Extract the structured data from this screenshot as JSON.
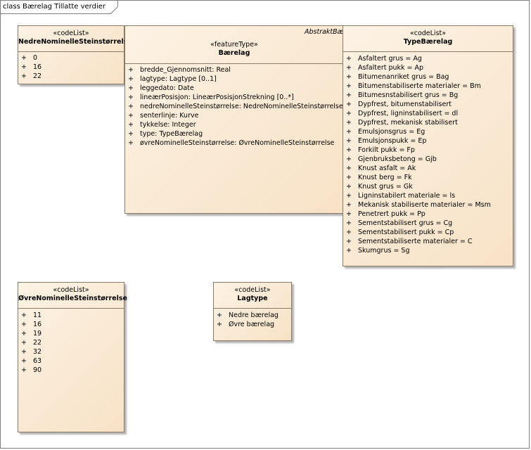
{
  "diagram": {
    "title": "class Bærelag Tillatte verdier"
  },
  "abstract_label": "AbstraktBæ",
  "classes": {
    "nedre": {
      "stereotype": "«codeList»",
      "name": "NedreNominelleSteinstørrelse",
      "items": [
        {
          "vis": "+",
          "text": "0"
        },
        {
          "vis": "+",
          "text": "16"
        },
        {
          "vis": "+",
          "text": "22"
        }
      ]
    },
    "baerelag": {
      "stereotype": "«featureType»",
      "name": "Bærelag",
      "items": [
        {
          "vis": "+",
          "text": "bredde_Gjennomsnitt: Real"
        },
        {
          "vis": "+",
          "text": "lagtype: Lagtype [0..1]"
        },
        {
          "vis": "+",
          "text": "leggedato: Date"
        },
        {
          "vis": "+",
          "text": "lineærPosisjon: LineærPosisjonStrekning [0..*]"
        },
        {
          "vis": "+",
          "text": "nedreNominelleSteinstørrelse: NedreNominelleSteinstørrelse"
        },
        {
          "vis": "+",
          "text": "senterlinje: Kurve"
        },
        {
          "vis": "+",
          "text": "tykkelse: Integer"
        },
        {
          "vis": "+",
          "text": "type: TypeBærelag"
        },
        {
          "vis": "+",
          "text": "øvreNominelleSteinstørrelse: ØvreNominelleSteinstørrelse"
        }
      ]
    },
    "typebaerelag": {
      "stereotype": "«codeList»",
      "name": "TypeBærelag",
      "items": [
        {
          "vis": "+",
          "text": "Asfaltert grus = Ag"
        },
        {
          "vis": "+",
          "text": "Asfaltert pukk = Ap"
        },
        {
          "vis": "+",
          "text": "Bitumenanriket grus = Bag"
        },
        {
          "vis": "+",
          "text": "Bitumenstabiliserte materialer = Bm"
        },
        {
          "vis": "+",
          "text": "Bitumesnstabilisert grus = Bg"
        },
        {
          "vis": "+",
          "text": "Dypfrest, bitumenstabilisert"
        },
        {
          "vis": "+",
          "text": "Dypfrest, ligninstabilisert = dl"
        },
        {
          "vis": "+",
          "text": "Dypfrest, mekanisk stabilisert"
        },
        {
          "vis": "+",
          "text": "Emulsjonsgrus = Eg"
        },
        {
          "vis": "+",
          "text": "Emulsjonspukk = Ep"
        },
        {
          "vis": "+",
          "text": "Forkilt pukk = Fp"
        },
        {
          "vis": "+",
          "text": "Gjenbruksbetong = Gjb"
        },
        {
          "vis": "+",
          "text": "Knust asfalt = Ak"
        },
        {
          "vis": "+",
          "text": "Knust berg = Fk"
        },
        {
          "vis": "+",
          "text": "Knust grus = Gk"
        },
        {
          "vis": "+",
          "text": "Ligninstabilert materiale = ls"
        },
        {
          "vis": "+",
          "text": "Mekanisk stabiliserte materialer = Msm"
        },
        {
          "vis": "+",
          "text": "Penetrert pukk = Pp"
        },
        {
          "vis": "+",
          "text": "Sementstabilisert grus = Cg"
        },
        {
          "vis": "+",
          "text": "Sementstabilisert pukk = Cp"
        },
        {
          "vis": "+",
          "text": "Sementstabiliserte materialer = C"
        },
        {
          "vis": "+",
          "text": "Skumgrus = Sg"
        }
      ]
    },
    "ovre": {
      "stereotype": "«codeList»",
      "name": "ØvreNominelleSteinstørrelse",
      "items": [
        {
          "vis": "+",
          "text": "11"
        },
        {
          "vis": "+",
          "text": "16"
        },
        {
          "vis": "+",
          "text": "19"
        },
        {
          "vis": "+",
          "text": "22"
        },
        {
          "vis": "+",
          "text": "32"
        },
        {
          "vis": "+",
          "text": "63"
        },
        {
          "vis": "+",
          "text": "90"
        }
      ]
    },
    "lagtype": {
      "stereotype": "«codeList»",
      "name": "Lagtype",
      "items": [
        {
          "vis": "+",
          "text": "Nedre bærelag"
        },
        {
          "vis": "+",
          "text": "Øvre bærelag"
        }
      ]
    }
  }
}
